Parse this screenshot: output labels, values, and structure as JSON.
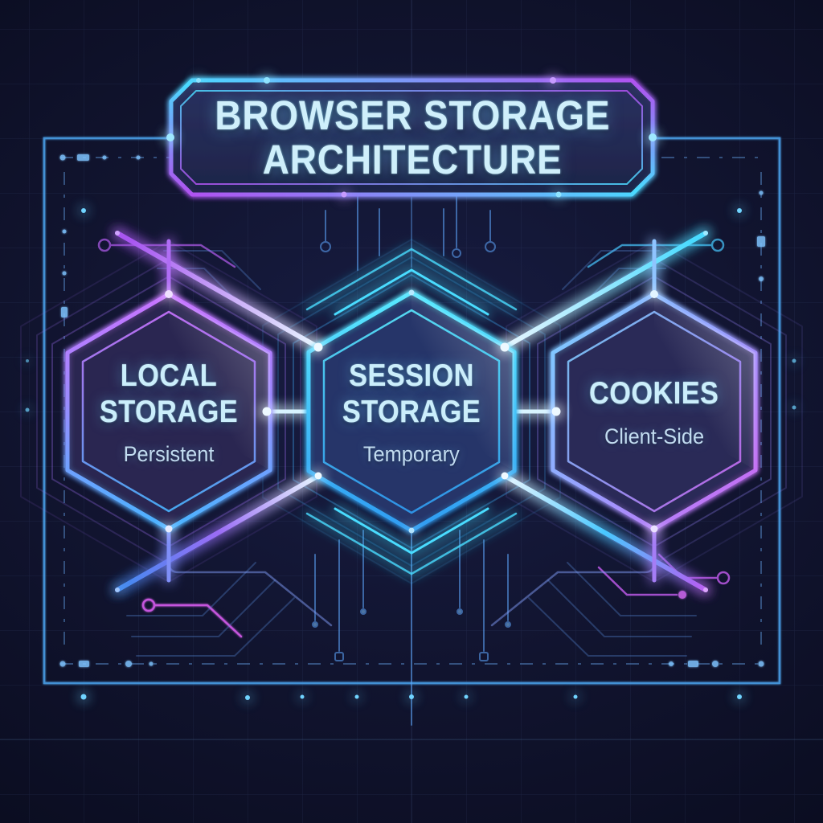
{
  "poster": {
    "title_line1": "BROWSER STORAGE",
    "title_line2": "ARCHITECTURE"
  },
  "nodes": [
    {
      "id": "local-storage",
      "title": "LOCAL STORAGE",
      "subtitle": "Persistent"
    },
    {
      "id": "session-storage",
      "title": "SESSION STORAGE",
      "subtitle": "Temporary"
    },
    {
      "id": "cookies",
      "title": "COOKIES",
      "subtitle": "Client-Side"
    }
  ],
  "connections": [
    {
      "from": "LOCAL STORAGE",
      "to": "SESSION STORAGE"
    },
    {
      "from": "SESSION STORAGE",
      "to": "COOKIES"
    }
  ],
  "colors": {
    "background": "#0b0d22",
    "neon_cyan": "#49dcff",
    "neon_purple": "#b45df0",
    "frame_blue": "#4a9fe8",
    "text": "#cfeffb",
    "subtext": "#c2dcf0"
  }
}
